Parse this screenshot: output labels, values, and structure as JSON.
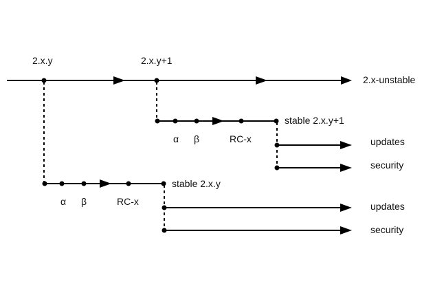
{
  "diagram": {
    "colors": {
      "line": "#000000",
      "text": "#111111",
      "background": "#ffffff"
    },
    "trunk": {
      "label_start": "2.x.y",
      "label_next": "2.x.y+1",
      "label_end": "2.x-unstable"
    },
    "branch_upper": {
      "alpha": "α",
      "beta": "β",
      "rc": "RC-x",
      "stable": "stable 2.x.y+1",
      "updates": "updates",
      "security": "security"
    },
    "branch_lower": {
      "alpha": "α",
      "beta": "β",
      "rc": "RC-x",
      "stable": "stable 2.x.y",
      "updates": "updates",
      "security": "security"
    }
  }
}
